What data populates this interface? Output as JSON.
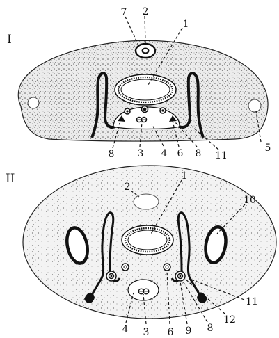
{
  "panels": [
    {
      "roman": "I",
      "labels": [
        "1",
        "2",
        "3",
        "4",
        "5",
        "6",
        "7",
        "8",
        "8",
        "11"
      ]
    },
    {
      "roman": "II",
      "labels": [
        "1",
        "2",
        "3",
        "4",
        "6",
        "8",
        "9",
        "10",
        "11",
        "12"
      ]
    }
  ]
}
